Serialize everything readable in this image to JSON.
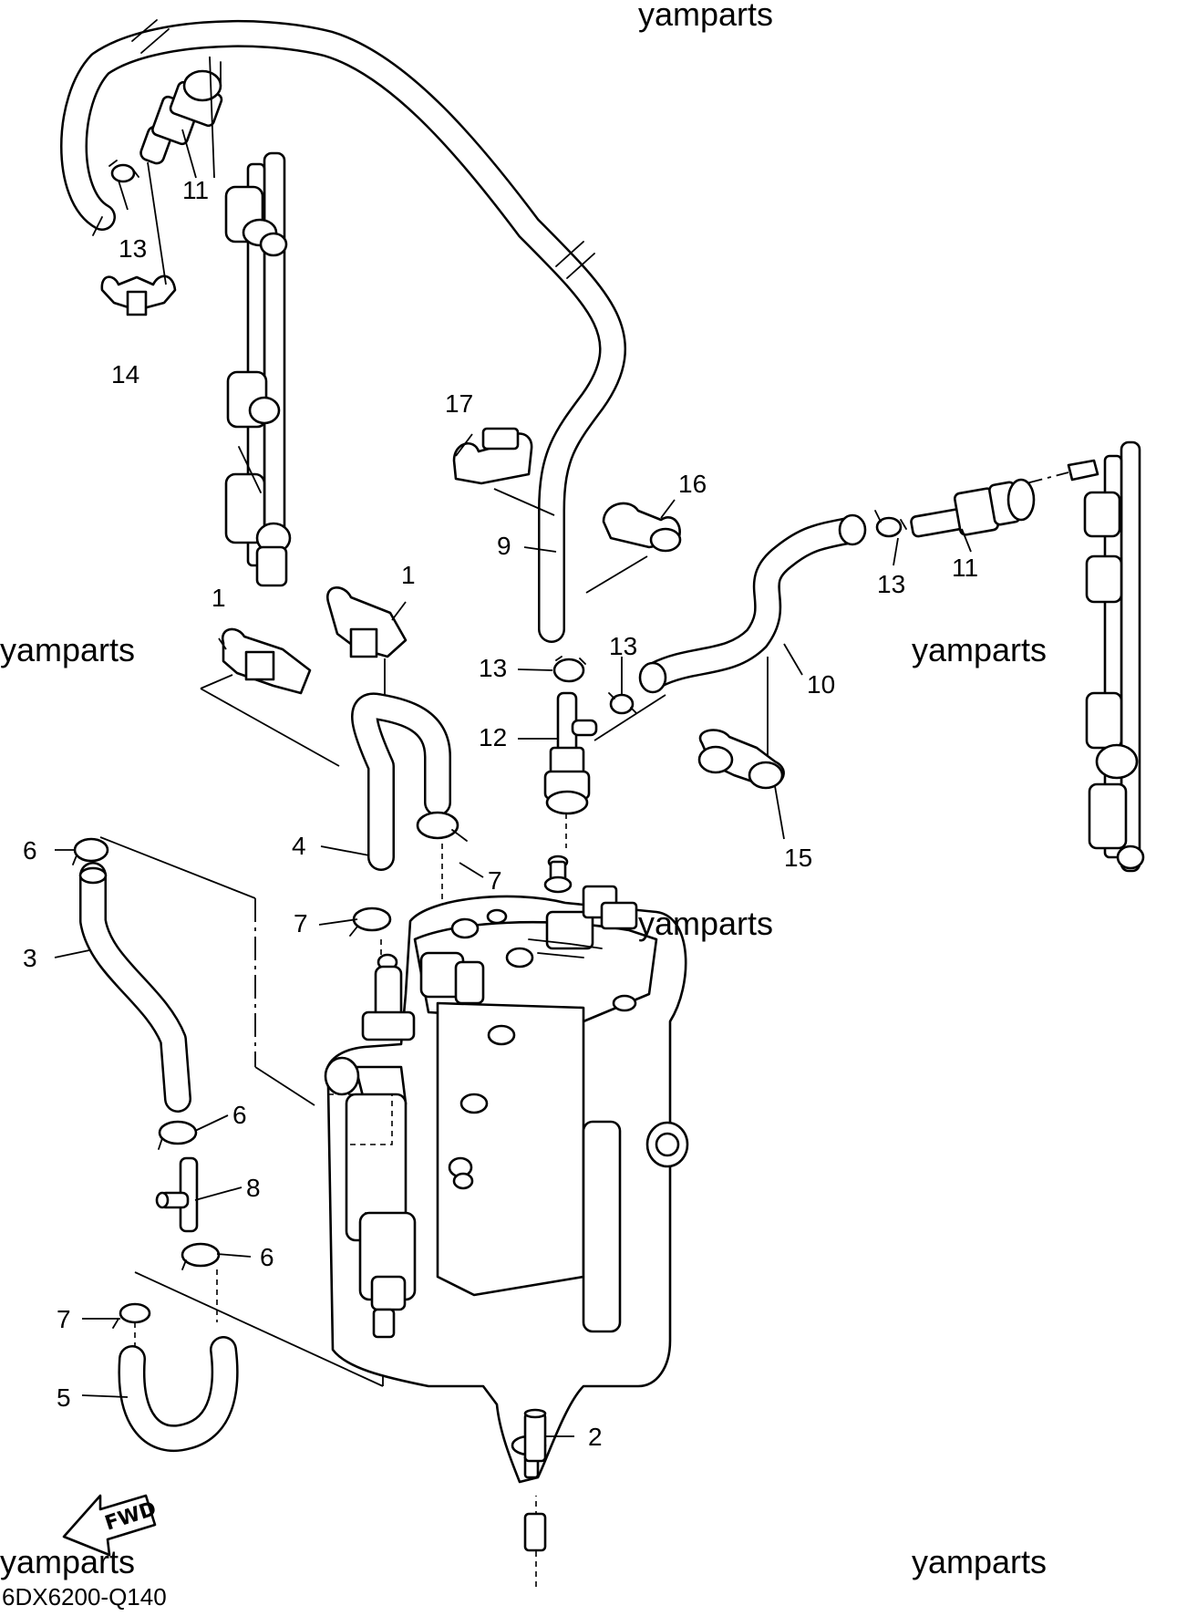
{
  "diagram_code": "6DX6200-Q140",
  "watermarks": [
    "yamparts",
    "yamparts",
    "yamparts",
    "yamparts",
    "yamparts",
    "yamparts"
  ],
  "fwd_label": "FWD",
  "callouts": [
    "11",
    "13",
    "14",
    "17",
    "16",
    "9",
    "13",
    "11",
    "1",
    "1",
    "13",
    "13",
    "12",
    "10",
    "15",
    "6",
    "4",
    "7",
    "7",
    "3",
    "6",
    "8",
    "6",
    "7",
    "5",
    "2"
  ]
}
